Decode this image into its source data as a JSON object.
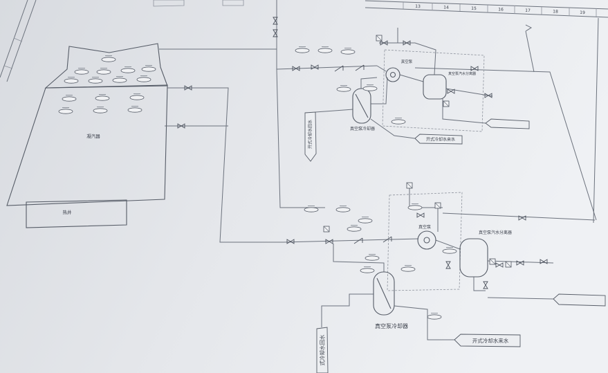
{
  "drawing": {
    "ruler_numbers": [
      "13",
      "14",
      "15",
      "16",
      "17",
      "18",
      "19"
    ],
    "labels": {
      "condenser": "凝汽器",
      "hotwell": "热井",
      "upper_pump": "真空泵",
      "upper_separator": "真空泵汽水分离器",
      "upper_cooler": "真空泵冷却器",
      "upper_supply": "开式冷却水来水",
      "upper_return": "开式冷却水回水",
      "lower_pump": "真空泵",
      "lower_separator": "真空泵汽水分离器",
      "lower_cooler": "真空泵冷却器",
      "lower_supply": "开式冷却水来水",
      "lower_return": "式冷却水回水"
    },
    "colors": {
      "paper": "#e6e8ec",
      "ink": "#555b66"
    }
  }
}
